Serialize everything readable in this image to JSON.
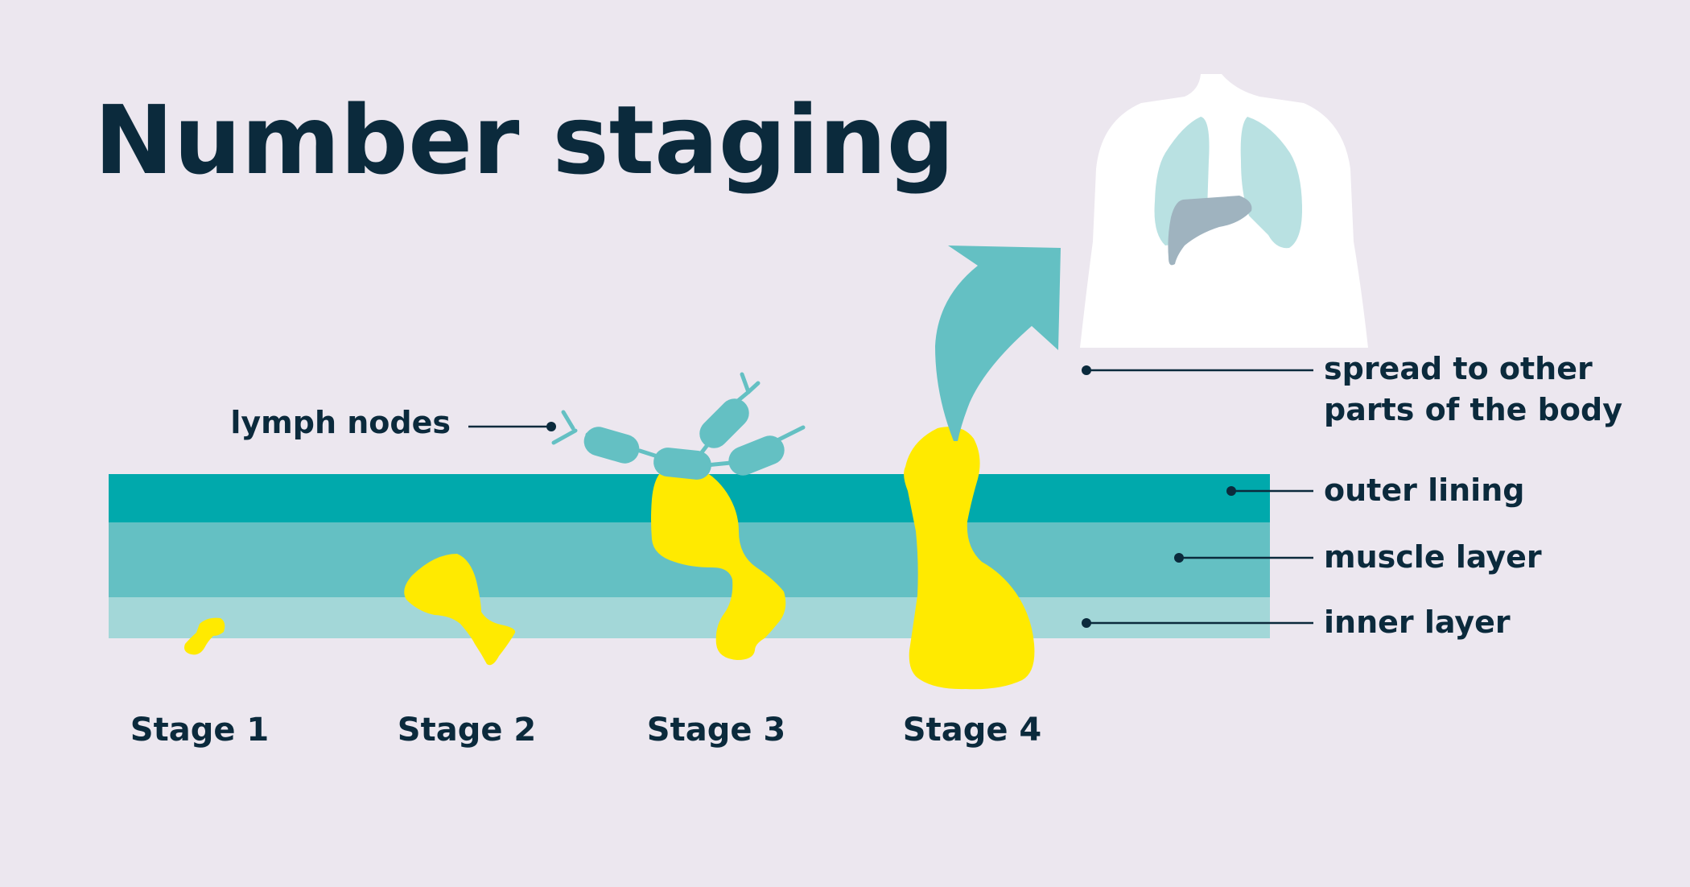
{
  "title": "Number staging",
  "labels": {
    "lymph_nodes": "lymph nodes",
    "spread_line1": "spread to other",
    "spread_line2": "parts of the body",
    "outer_lining": "outer lining",
    "muscle_layer": "muscle layer",
    "inner_layer": "inner layer"
  },
  "stages": [
    {
      "label": "Stage 1"
    },
    {
      "label": "Stage 2"
    },
    {
      "label": "Stage 3"
    },
    {
      "label": "Stage 4"
    }
  ],
  "colors": {
    "background": "#ECE7EF",
    "text": "#0B2A3C",
    "outer_lining": "#00A9AC",
    "muscle_layer": "#64C0C3",
    "inner_layer": "#A3D7D8",
    "tumour": "#FFEA00",
    "lymph": "#64C0C3",
    "arrow": "#64C0C3",
    "body": "#FFFFFF",
    "lungs": "#B9E1E2",
    "liver": "#9FB3BF"
  }
}
